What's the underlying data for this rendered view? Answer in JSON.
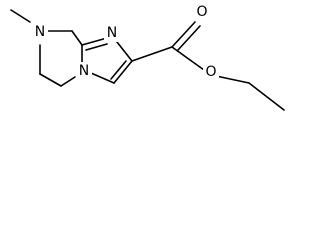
{
  "molecule": {
    "atoms": {
      "n_methyl": "N",
      "n_imine": "N",
      "n_bridge": "N",
      "o_carbonyl": "O",
      "o_ester": "O"
    }
  }
}
